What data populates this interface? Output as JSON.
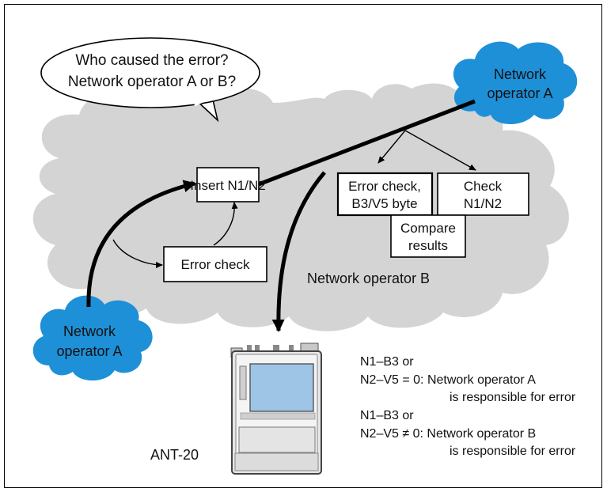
{
  "speech_bubble": {
    "line1": "Who caused the error?",
    "line2": "Network operator A or B?"
  },
  "cloud_top_right": {
    "line1": "Network",
    "line2": "operator A"
  },
  "cloud_bottom_left": {
    "line1": "Network",
    "line2": "operator A"
  },
  "network_b_label": "Network operator B",
  "boxes": {
    "insert": "Insert N1/N2",
    "error_check": "Error check",
    "error_check_b3": {
      "line1": "Error check,",
      "line2": "B3/V5 byte"
    },
    "check_n1": {
      "line1": "Check",
      "line2": "N1/N2"
    },
    "compare": {
      "line1": "Compare",
      "line2": "results"
    }
  },
  "device_label": "ANT-20",
  "results": {
    "a_line1": "N1–B3 or",
    "a_line2": "N2–V5 = 0: Network operator A",
    "a_line3": "is responsible for error",
    "b_line1": "N1–B3 or",
    "b_line2": "N2–V5 ≠ 0: Network operator B",
    "b_line3": "is responsible for error"
  },
  "colors": {
    "cloud_gray": "#d4d4d4",
    "cloud_blue": "#1e90d8",
    "line": "#000000"
  }
}
